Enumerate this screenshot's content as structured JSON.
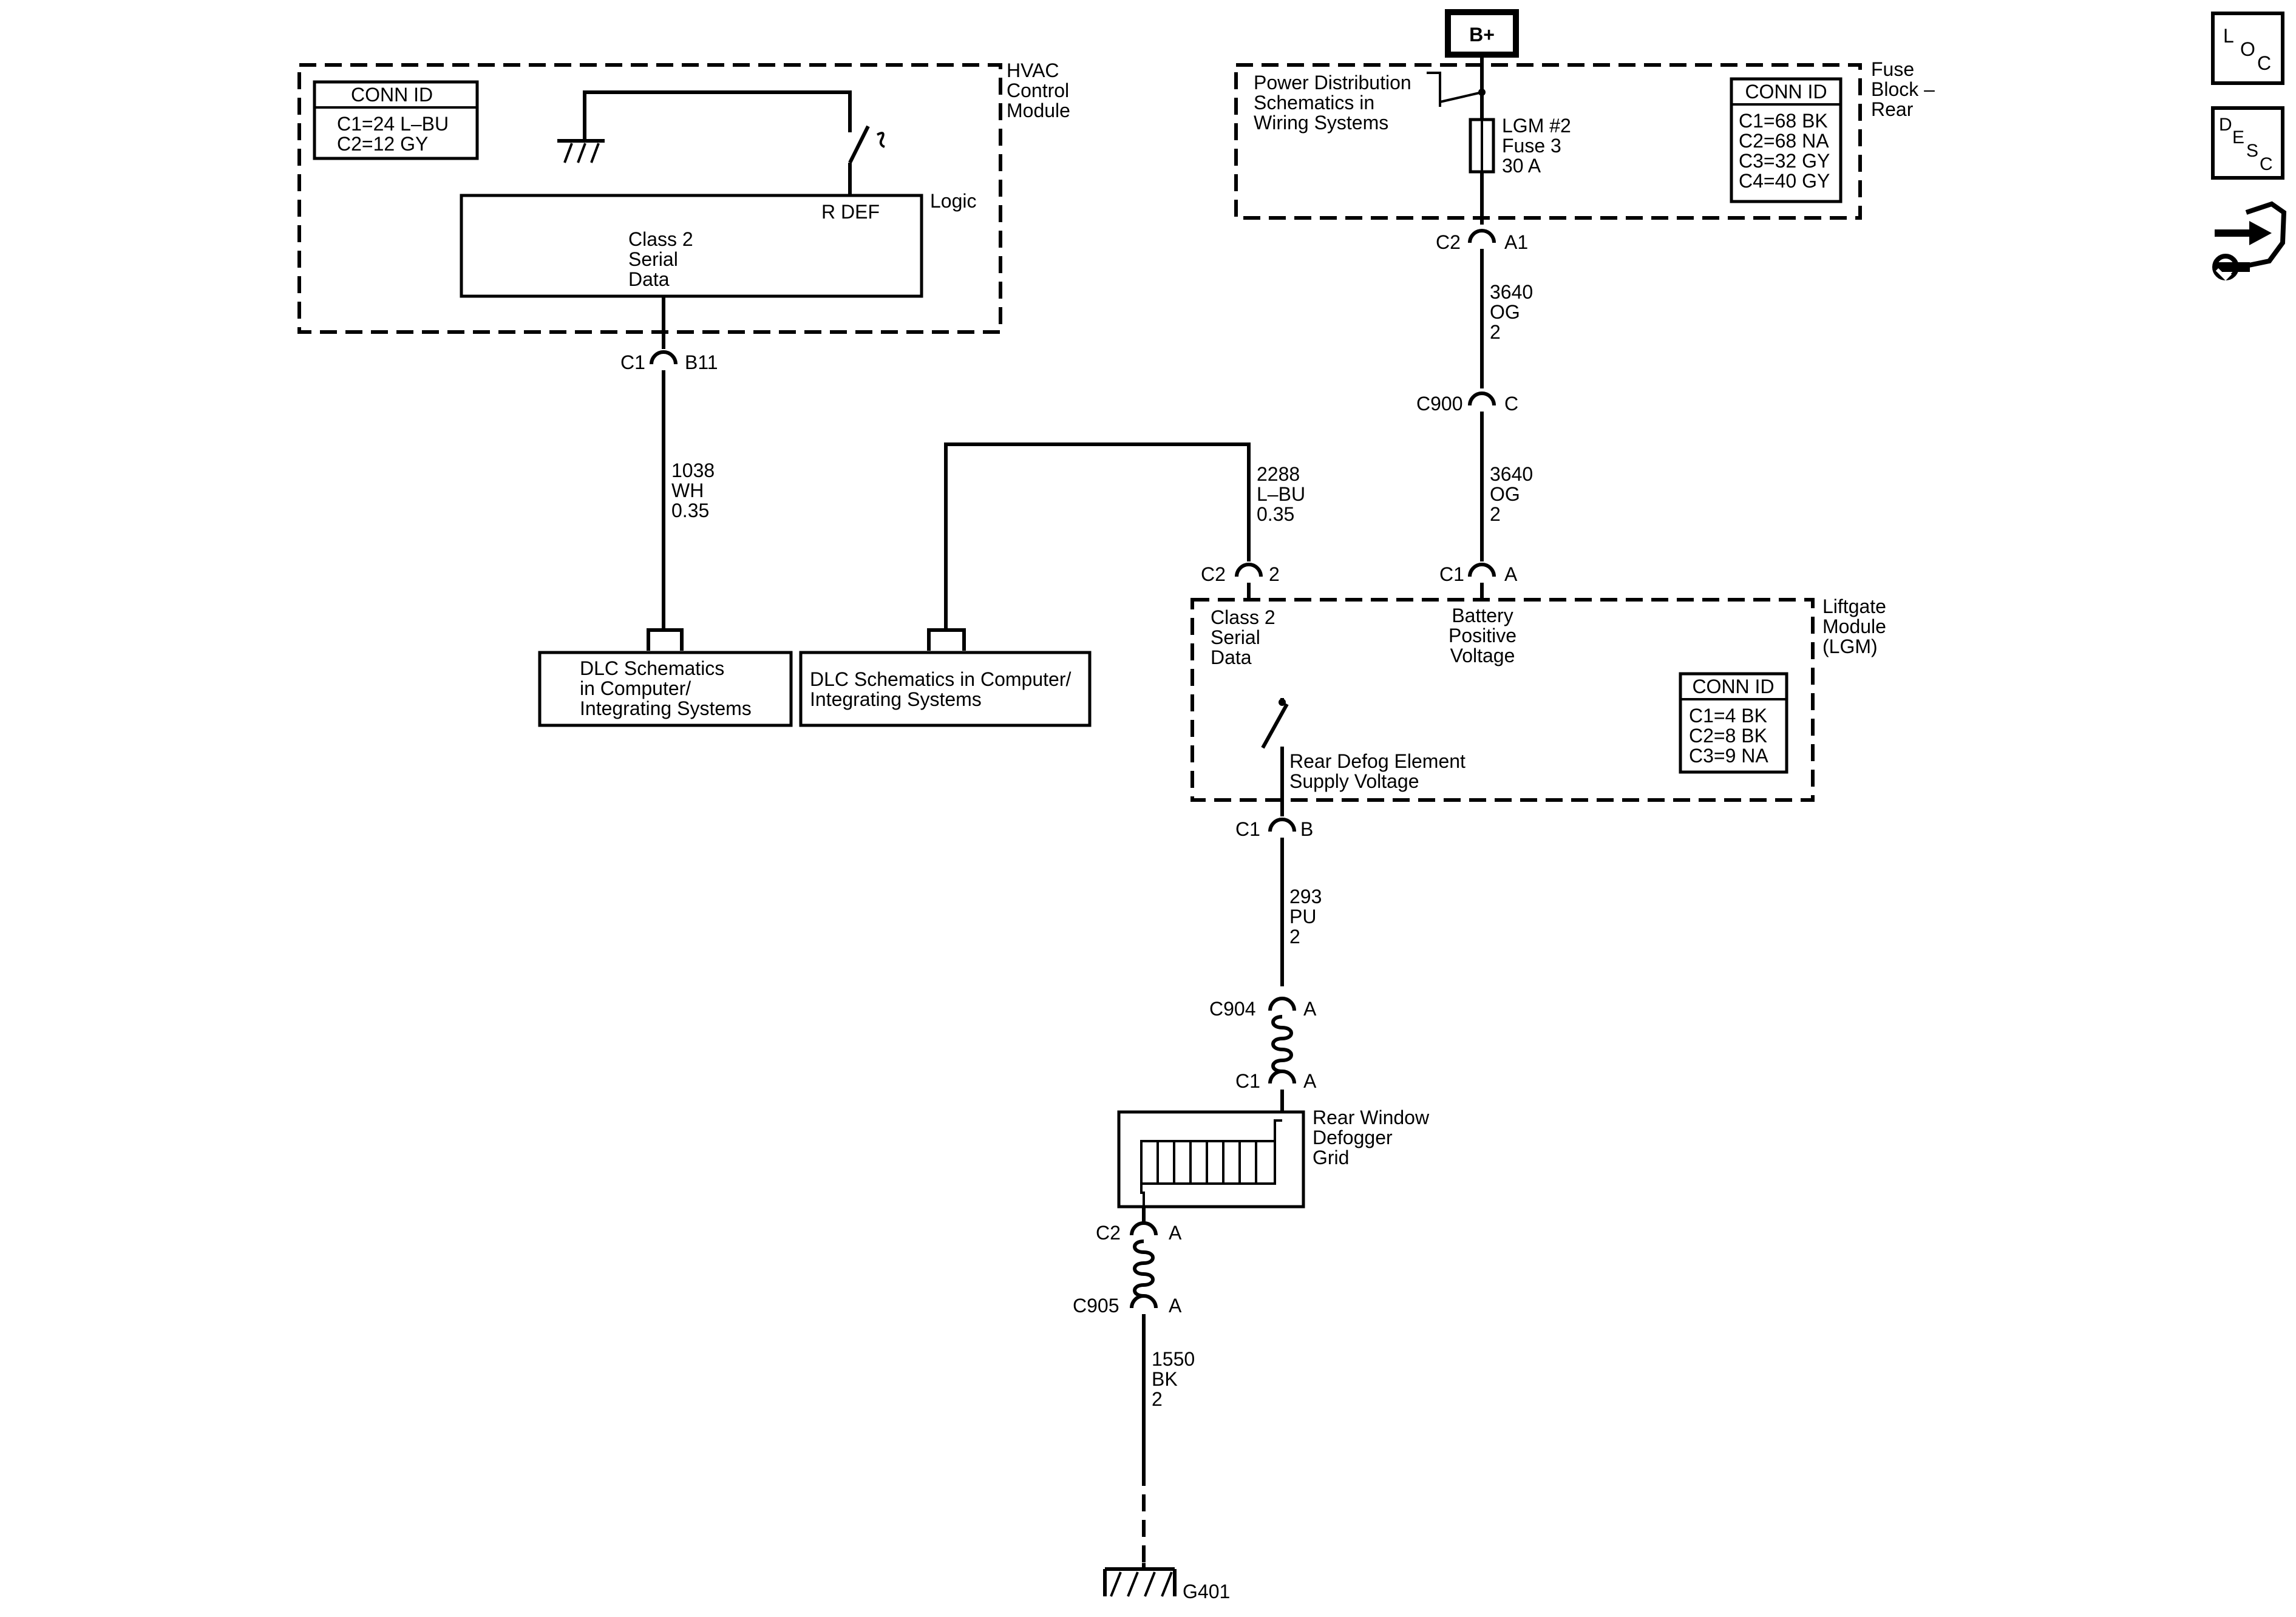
{
  "hvac": {
    "title": [
      "HVAC",
      "Control",
      "Module"
    ],
    "conn_id": {
      "header": "CONN ID",
      "rows": [
        "C1=24 L–BU",
        "C2=12 GY"
      ]
    },
    "logic_label": "Logic",
    "rdef_label": "R DEF",
    "class2": [
      "Class 2",
      "Serial",
      "Data"
    ],
    "conn": {
      "id": "C1",
      "pin": "B11"
    }
  },
  "wire_1038": [
    "1038",
    "WH",
    "0.35"
  ],
  "dlc_left": [
    "DLC Schematics",
    "in Computer/",
    "Integrating Systems"
  ],
  "dlc_right": [
    "DLC Schematics in Computer/",
    "Integrating Systems"
  ],
  "wire_2288": [
    "2288",
    "L–BU",
    "0.35"
  ],
  "b_plus": "B+",
  "fuse_block": {
    "title": [
      "Fuse",
      "Block –",
      "Rear"
    ],
    "power_dist": [
      "Power Distribution",
      "Schematics in",
      "Wiring Systems"
    ],
    "fuse": [
      "LGM #2",
      "Fuse 3",
      "30 A"
    ],
    "conn_id": {
      "header": "CONN ID",
      "rows": [
        "C1=68 BK",
        "C2=68 NA",
        "C3=32 GY",
        "C4=40 GY"
      ]
    },
    "conn": {
      "id": "C2",
      "pin": "A1"
    }
  },
  "wire_3640_a": [
    "3640",
    "OG",
    "2"
  ],
  "c900": {
    "id": "C900",
    "pin": "C"
  },
  "wire_3640_b": [
    "3640",
    "OG",
    "2"
  ],
  "lgm": {
    "title": [
      "Liftgate",
      "Module",
      "(LGM)"
    ],
    "conn_c2": {
      "id": "C2",
      "pin": "2"
    },
    "conn_c1a": {
      "id": "C1",
      "pin": "A"
    },
    "class2": [
      "Class 2",
      "Serial",
      "Data"
    ],
    "battery": [
      "Battery",
      "Positive",
      "Voltage"
    ],
    "conn_id": {
      "header": "CONN ID",
      "rows": [
        "C1=4 BK",
        "C2=8 BK",
        "C3=9 NA"
      ]
    },
    "defog_supply": [
      "Rear Defog Element",
      "Supply Voltage"
    ],
    "conn_c1b": {
      "id": "C1",
      "pin": "B"
    }
  },
  "wire_293": [
    "293",
    "PU",
    "2"
  ],
  "c904": {
    "id": "C904",
    "pin": "A"
  },
  "c1a_grid": {
    "id": "C1",
    "pin": "A"
  },
  "defogger": [
    "Rear Window",
    "Defogger",
    "Grid"
  ],
  "c2a_grid": {
    "id": "C2",
    "pin": "A"
  },
  "c905": {
    "id": "C905",
    "pin": "A"
  },
  "wire_1550": [
    "1550",
    "BK",
    "2"
  ],
  "ground": "G401",
  "side_icons": {
    "loc": [
      "L",
      "O",
      "C"
    ],
    "desc": [
      "D",
      "E",
      "S",
      "C"
    ]
  }
}
